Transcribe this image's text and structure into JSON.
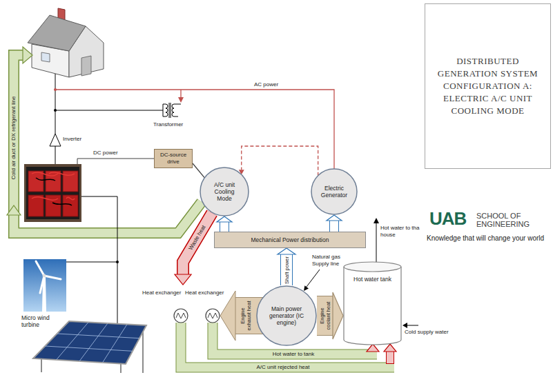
{
  "diagram": {
    "title": "DISTRIBUTED GENERATION SYSTEM CONFIGURATION A: ELECTRIC A/C UNIT COOLING MODE",
    "nodes": [
      {
        "text": [
          "DC-source drive"
        ]
      },
      {
        "text": [
          "A/C unit Cooling Mode"
        ]
      },
      {
        "text": [
          "Electric Generator"
        ]
      },
      {
        "text": [
          "Mechanical Power distribution"
        ]
      },
      {
        "text": [
          "Hot water tank"
        ]
      },
      {
        "text": [
          "Main power generator (IC engine)"
        ]
      }
    ],
    "edges": [
      {
        "from": 5,
        "to": 3,
        "label": "Shaft power",
        "arrow": "to"
      },
      {
        "from": 3,
        "to": 1,
        "arrow": "to"
      },
      {
        "from": 3,
        "to": 2,
        "arrow": "to"
      },
      {
        "from": 2,
        "to": 1,
        "arrow": "to"
      },
      {
        "from": 0,
        "to": 1,
        "arrow": "none"
      },
      {
        "from": 5,
        "to": 4,
        "label": "Engine coolant heat",
        "arrow": "to"
      }
    ],
    "labels": [
      "AC power",
      "Transformer",
      "Inverter",
      "DC power",
      "Cold air duct or DX refrigerant line",
      "Waste heat",
      "Hot water to tha house",
      "UAB",
      "SCHOOL OF ENGINEERING",
      "Knowledge that will change your world",
      "Natural gas Supply line",
      "Micro wind turbine",
      "Heat exchanger",
      "Heat exchanger",
      "Engine exhaust heat",
      "Cold supply water",
      "Hot water to tank",
      "A/C unit rejected heat"
    ]
  }
}
